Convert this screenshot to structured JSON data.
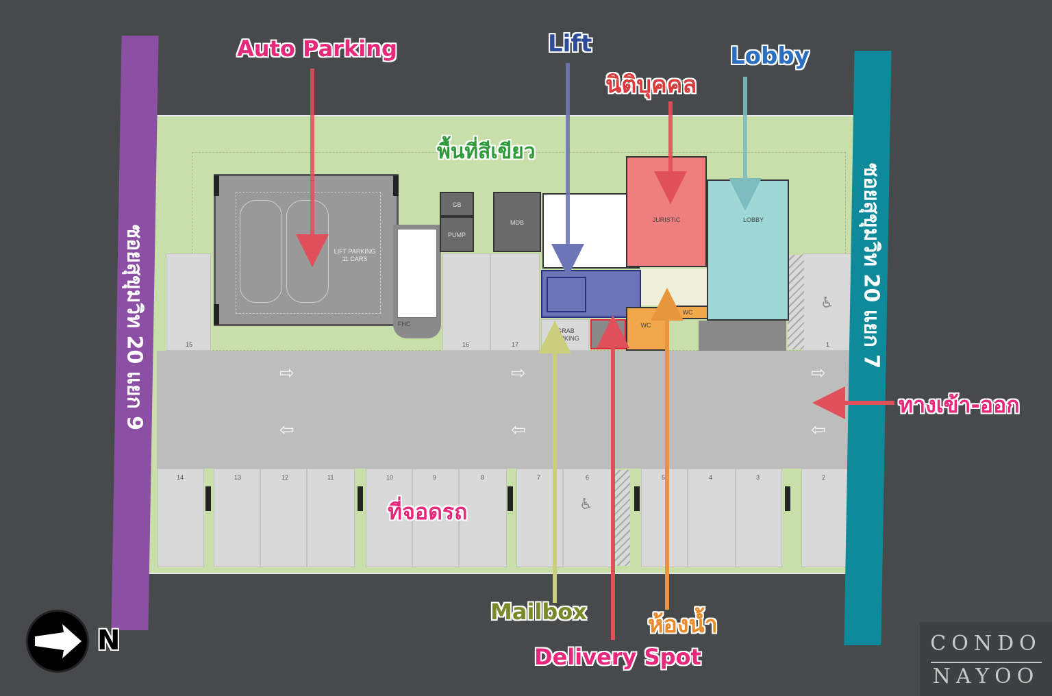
{
  "callouts": {
    "auto_parking": "Auto Parking",
    "lift": "Lift",
    "juristic": "นิติบุคคล",
    "lobby": "Lobby",
    "green_area": "พื้นที่สีเขียว",
    "entrance_exit": "ทางเข้า-ออก",
    "parking": "ที่จอดรถ",
    "mailbox": "Mailbox",
    "restroom": "ห้องน้ำ",
    "delivery_spot": "Delivery Spot"
  },
  "streets": {
    "west": "ซอยสุขุมวิท 20 แยก 9",
    "east": "ซอยสุขุมวิท 20 แยก 7"
  },
  "plan_labels": {
    "lift_parking": "LIFT PARKING",
    "lift_parking_cars": "11 CARS",
    "juristic": "JURISTIC",
    "lobby": "LOBBY",
    "gb": "GB",
    "pump": "PUMP",
    "mdb": "MDB",
    "fhc": "FHC",
    "grab": "GRAB",
    "parking": "PARKING",
    "wc1": "WC",
    "wc2": "WC"
  },
  "slots": {
    "top": [
      "15",
      "16",
      "17",
      "1"
    ],
    "bottom": [
      "14",
      "13",
      "12",
      "11",
      "10",
      "9",
      "8",
      "7",
      "6",
      "5",
      "4",
      "3",
      "2"
    ]
  },
  "compass": {
    "label": "N"
  },
  "watermark": {
    "line1": "CONDO",
    "line2": "NAYOO"
  },
  "colors": {
    "background": "#474a4b",
    "green_area": "#c9dfaa",
    "road": "#bdbdbd",
    "juristic": "#ef7f7f",
    "lobby": "#9ed8d6",
    "lift": "#6e75b6",
    "restroom": "#f0a84a",
    "west_street": "#8b4fa3",
    "east_street": "#0f8a9a",
    "pink": "#e6287a",
    "navy": "#2e4a9a",
    "red": "#d93a3a",
    "blue": "#2a6fc0",
    "green": "#2e9a3a",
    "olive": "#7a8a2a",
    "orange": "#e88a2a"
  }
}
